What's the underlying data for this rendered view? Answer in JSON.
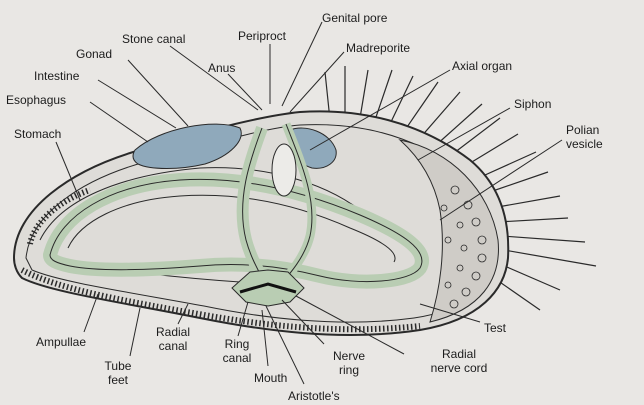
{
  "labels": {
    "genital_pore": "Genital pore",
    "periproct": "Periproct",
    "stone_canal": "Stone canal",
    "madreporite": "Madreporite",
    "gonad": "Gonad",
    "anus": "Anus",
    "axial_organ": "Axial organ",
    "intestine": "Intestine",
    "esophagus": "Esophagus",
    "siphon": "Siphon",
    "stomach": "Stomach",
    "polian_vesicle_1": "Polian",
    "polian_vesicle_2": "vesicle",
    "test": "Test",
    "ampullae": "Ampullae",
    "radial_canal_1": "Radial",
    "radial_canal_2": "canal",
    "ring_canal_1": "Ring",
    "ring_canal_2": "canal",
    "nerve_ring_1": "Nerve",
    "nerve_ring_2": "ring",
    "radial_nerve_cord_1": "Radial",
    "radial_nerve_cord_2": "nerve cord",
    "tube_feet_1": "Tube",
    "tube_feet_2": "feet",
    "mouth": "Mouth",
    "aristotles": "Aristotle's"
  },
  "colors": {
    "background": "#e9e7e4",
    "outline": "#2a2a2a",
    "gonad_fill": "#8fa9bb",
    "gut_fill": "#b9cdb3",
    "test_fill": "#d8d6d2"
  }
}
